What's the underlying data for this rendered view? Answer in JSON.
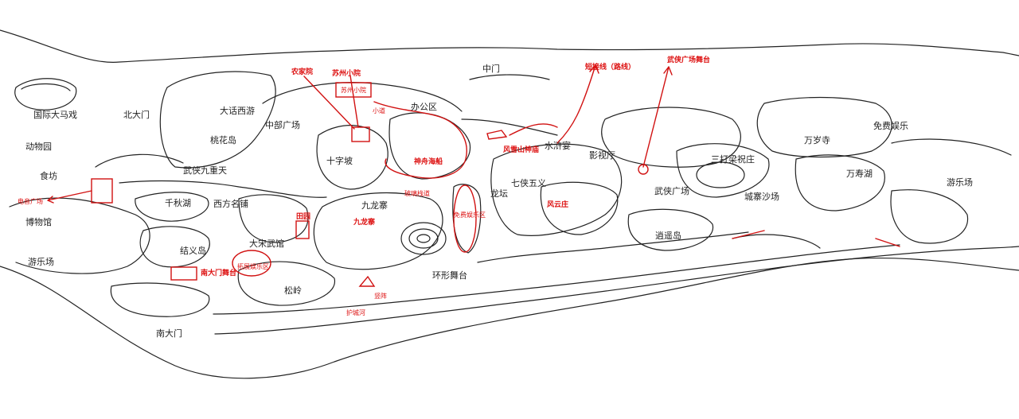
{
  "map": {
    "labels": {
      "guoji_damaxi": "国际大马戏",
      "dongwuyuan": "动物园",
      "beidamen": "北大门",
      "shifang": "食坊",
      "bowuguan": "博物馆",
      "youlechang_left": "游乐场",
      "nandamen": "南大门",
      "dahua_xiyou": "大话西游",
      "taohuadao": "桃花岛",
      "wuxia_jiuchongtian": "武侠九重天",
      "qianqiuhu": "千秋湖",
      "xifang_mingpu": "西方名铺",
      "dasong_wuguan": "大宋武馆",
      "jieyidao": "结义岛",
      "songling": "松岭",
      "zhongbu_guangchang": "中部广场",
      "shizipo": "十字坡",
      "jiulongzhai": "九龙寨",
      "huanxing_wutai": "环形舞台",
      "bangongqu": "办公区",
      "zhongmen": "中门",
      "longtan": "龙坛",
      "qixia_wuyi": "七侠五义",
      "shuihuyan": "水浒宴",
      "yingshiting": "影视厅",
      "wuxia_guangchang": "武侠广场",
      "xiaoyaodao": "逍遥岛",
      "sanda_zhuzhuang": "三打梁祝庄",
      "chengzhai_shachang": "城寨沙场",
      "wansuisi": "万岁寺",
      "mianfei_yule": "免费娱乐",
      "wanshouhu": "万寿湖",
      "youlechang_right": "游乐场"
    },
    "annotations": {
      "nongjiayuan": "农家院",
      "suzhou_xiaoyuan": "苏州小院",
      "suzhou_box": "苏州小院",
      "duanjie_xian": "短接线（路线）",
      "wuxia_wutai": "武侠广场舞台",
      "shenzhou_haichuan": "神舟海船",
      "fengxue_shanshenmiao": "风雪山神庙",
      "fengyunzhuang": "风云庄",
      "mianfei_yulequ": "免费娱乐区",
      "boli_zhandao": "玻璃栈道",
      "jiulongzhai_red": "九龙寨",
      "tianyuan": "田园",
      "nandamen_wutai": "南大门舞台",
      "tuozhan_yulequ": "拓展娱乐区",
      "dianyin_guangchang": "电音广场",
      "huchenghe": "护城河",
      "cuzhen": "竖阵",
      "xiaodao": "小道"
    },
    "colors": {
      "ink": "#222222",
      "annotation": "#d11111"
    }
  }
}
